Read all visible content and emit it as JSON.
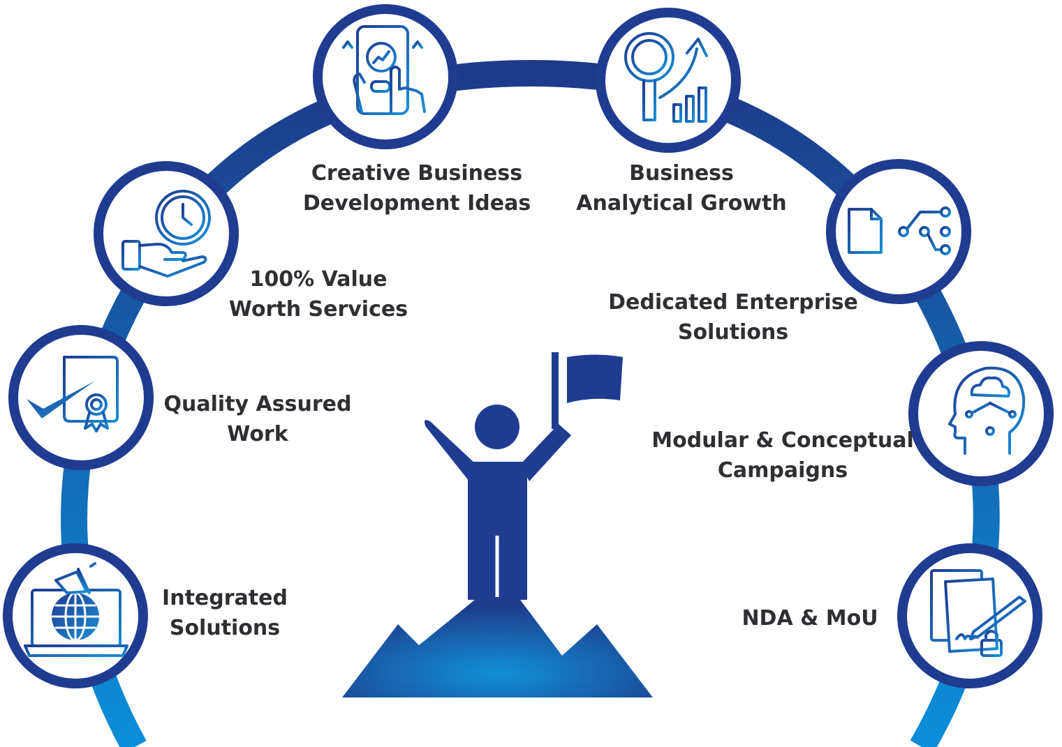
{
  "colors": {
    "arc_top": "#1e3a8a",
    "arc_bottom": "#0b8fd8",
    "circle_ring": "#1f3c91",
    "icon_dark": "#1f3c91",
    "icon_light": "#1a8fd6",
    "label_text": "#2f2f33",
    "figure": "#1f3c91",
    "mountain_light": "#1190d8",
    "mountain_dark": "#1e3a8a"
  },
  "nodes": [
    {
      "id": "creative",
      "icon": "smartphone-growth-icon",
      "lines": [
        "Creative Business",
        "Development Ideas"
      ]
    },
    {
      "id": "analytics",
      "icon": "magnifier-chart-icon",
      "lines": [
        "Business",
        "Analytical Growth"
      ]
    },
    {
      "id": "value",
      "icon": "hand-clock-icon",
      "lines": [
        "100% Value",
        "Worth Services"
      ]
    },
    {
      "id": "enterprise",
      "icon": "document-network-icon",
      "lines": [
        "Dedicated Enterprise",
        "Solutions"
      ]
    },
    {
      "id": "quality",
      "icon": "certificate-check-icon",
      "lines": [
        "Quality Assured",
        "Work"
      ]
    },
    {
      "id": "modular",
      "icon": "head-cloud-icon",
      "lines": [
        "Modular & Conceptual",
        "Campaigns"
      ]
    },
    {
      "id": "integrated",
      "icon": "laptop-globe-megaphone-icon",
      "lines": [
        "Integrated",
        "Solutions"
      ]
    },
    {
      "id": "nda",
      "icon": "signed-document-lock-icon",
      "lines": [
        "NDA & MoU"
      ]
    }
  ],
  "center": {
    "icon": "person-flag-summit-icon"
  }
}
